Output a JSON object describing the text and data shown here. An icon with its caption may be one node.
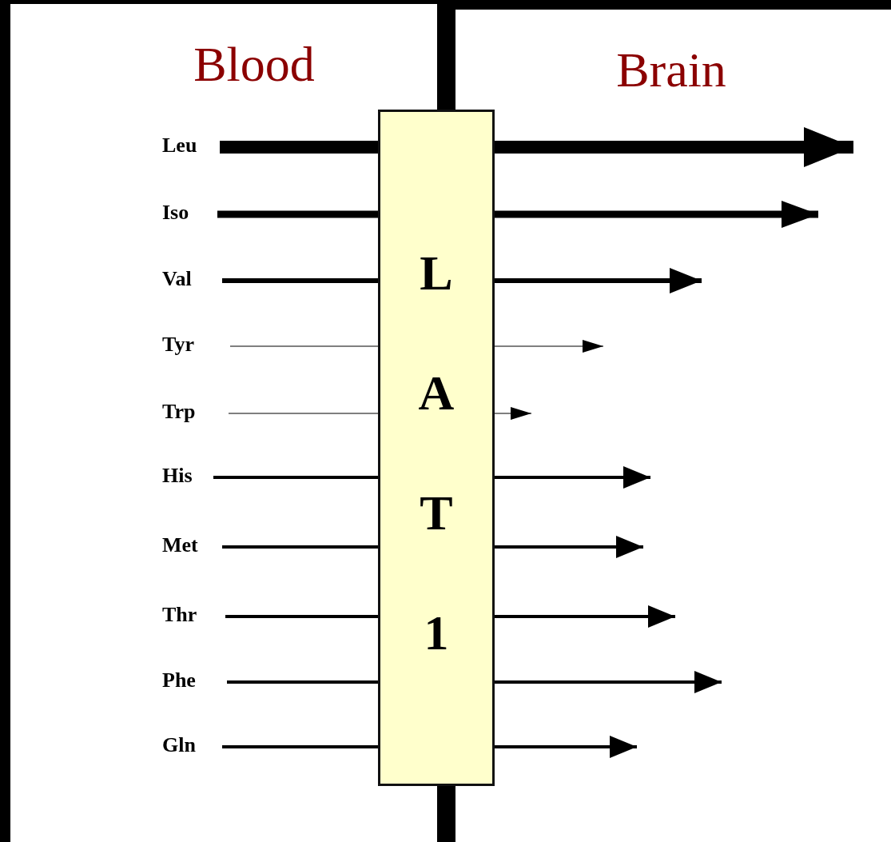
{
  "diagram": {
    "nodes": [
      {
        "text": [
          "Blood"
        ]
      },
      {
        "text": [
          "Brain"
        ]
      },
      {
        "text": [
          "LAT1"
        ]
      },
      {
        "text": [
          "Leu"
        ],
        "in": 0
      },
      {
        "text": [
          "Iso"
        ],
        "in": 0
      },
      {
        "text": [
          "Val"
        ],
        "in": 0
      },
      {
        "text": [
          "Tyr"
        ],
        "in": 0
      },
      {
        "text": [
          "Trp"
        ],
        "in": 0
      },
      {
        "text": [
          "His"
        ],
        "in": 0
      },
      {
        "text": [
          "Met"
        ],
        "in": 0
      },
      {
        "text": [
          "Thr"
        ],
        "in": 0
      },
      {
        "text": [
          "Phe"
        ],
        "in": 0
      },
      {
        "text": [
          "Gln"
        ],
        "in": 0
      }
    ],
    "edges": [
      {
        "from": 3,
        "to": 2,
        "arrow": "none",
        "style": "thick"
      },
      {
        "from": 2,
        "to": 1,
        "arrow": "to",
        "style": "thick"
      },
      {
        "from": 4,
        "to": 2,
        "arrow": "none",
        "style": "thick"
      },
      {
        "from": 2,
        "to": 1,
        "arrow": "to",
        "style": "thick"
      },
      {
        "from": 5,
        "to": 2,
        "arrow": "none"
      },
      {
        "from": 2,
        "to": 1,
        "arrow": "to"
      },
      {
        "from": 6,
        "to": 2,
        "arrow": "none"
      },
      {
        "from": 2,
        "to": 1,
        "arrow": "to"
      },
      {
        "from": 7,
        "to": 2,
        "arrow": "none"
      },
      {
        "from": 2,
        "to": 1,
        "arrow": "to"
      },
      {
        "from": 8,
        "to": 2,
        "arrow": "none"
      },
      {
        "from": 2,
        "to": 1,
        "arrow": "to"
      },
      {
        "from": 9,
        "to": 2,
        "arrow": "none"
      },
      {
        "from": 2,
        "to": 1,
        "arrow": "to"
      },
      {
        "from": 10,
        "to": 2,
        "arrow": "none"
      },
      {
        "from": 2,
        "to": 1,
        "arrow": "to"
      },
      {
        "from": 11,
        "to": 2,
        "arrow": "none"
      },
      {
        "from": 2,
        "to": 1,
        "arrow": "to"
      },
      {
        "from": 12,
        "to": 2,
        "arrow": "none"
      },
      {
        "from": 2,
        "to": 1,
        "arrow": "to"
      }
    ]
  }
}
